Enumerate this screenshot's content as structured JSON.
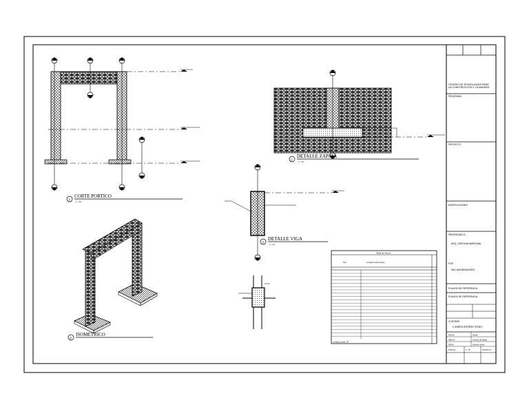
{
  "drawings": {
    "corte_portico": {
      "number": "1",
      "title": "CORTE   PORTICO",
      "scale": "1 : 25"
    },
    "detalle_zapata": {
      "number": "2",
      "title": "DETALLE ZAPATA",
      "scale": "1 : 10"
    },
    "detalle_viga": {
      "number": "3",
      "title": "DETALLE VIGA",
      "scale": "1 : 10"
    },
    "isometrico": {
      "number": "4",
      "title": "ISOMETRICO"
    }
  },
  "schedule": {
    "title": "Tabla de hierros",
    "col_tipo": "Tipo",
    "col_longitud": "Longitud total de barra",
    "total_label": "Longitud total: 24"
  },
  "title_block": {
    "institution": "CENTRO DE TECNOLOGIAS PARA LA CONSTRUCCION Y LA MADERA",
    "programa_label": "PROGRAMA",
    "proyecto_label": "PROYECTO",
    "modificaciones_label": "MODIFICACIONES",
    "presentado_label": "PRESENTADO A",
    "presentado_name": "ARQ. CRISTIAN MARGUBA",
    "por_label": "POR",
    "por_name": "WILLIAM BENAVIDES",
    "planos_ref_1": "PLANOS DE REFERENCIA",
    "planos_ref_2": "PLANOS DE REFERENCIA",
    "contiene_label": "CONTIENE",
    "contiene_value": "LAMINA ESTRUCTURA",
    "fecha_label": "FECHA",
    "fecha_value": "Fecha",
    "dibujo_label": "DIBUJO",
    "dibujo_value": "Nombre del dibujo",
    "revision_label": "REVIS",
    "revision_value": "Nombre revisor",
    "escala_label": "ESCALA",
    "escala_value": "1 : 25",
    "plano_label": "PLANO No."
  },
  "colors": {
    "line": "#000000",
    "paper": "#ffffff",
    "hatch": "#333333"
  }
}
